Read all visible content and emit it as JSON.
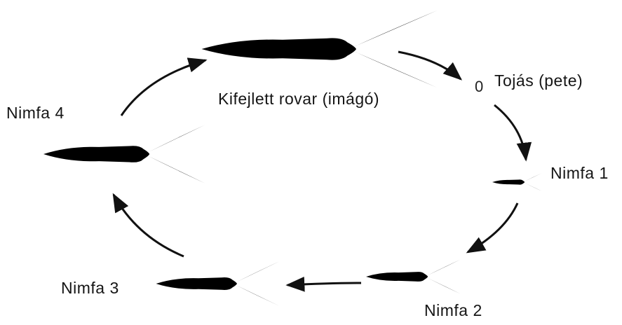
{
  "diagram": {
    "stages": {
      "adult": "Kifejlett rovar (imágó)",
      "egg": "Tojás (pete)",
      "egg_glyph": "0",
      "nymph1": "Nimfa 1",
      "nymph2": "Nimfa 2",
      "nymph3": "Nimfa 3",
      "nymph4": "Nimfa 4"
    },
    "icons": [
      "silverfish-adult-icon",
      "egg-icon",
      "silverfish-nymph-icon",
      "cycle-arrow-icon"
    ],
    "colors": {
      "ink": "#151515",
      "drawing": "#555555"
    }
  }
}
